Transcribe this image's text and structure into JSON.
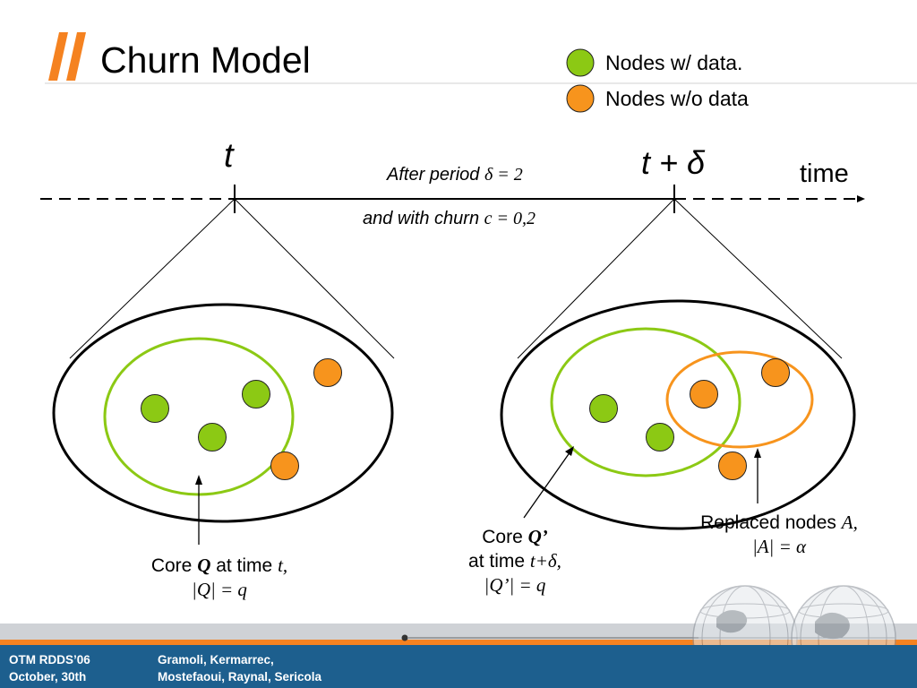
{
  "title": "Churn Model",
  "legend": {
    "with_data": "Nodes w/ data.",
    "without_data": "Nodes w/o data"
  },
  "colors": {
    "green": "#8cc914",
    "orange": "#f7941d",
    "title_bar": "#f58220",
    "footer": "#1d5f8e"
  },
  "timeline": {
    "t_label": "t",
    "t_delta_label": "t + δ",
    "time_label": "time",
    "period_text": "After period",
    "period_math": "δ = 2",
    "churn_text": "and with churn",
    "churn_math": "c = 0,2"
  },
  "labels": {
    "core_q": {
      "pre": "Core ",
      "q": "Q",
      "mid": " at time ",
      "t": "t,",
      "line2": "|Q| = q"
    },
    "core_q_prime": {
      "pre": "Core ",
      "q": "Q’",
      "line2_pre": "at time ",
      "line2_math": "t+δ,",
      "line3": "|Q’| = q"
    },
    "replaced": {
      "pre": "Replaced nodes ",
      "a": "A,",
      "line2": "|A| = α"
    }
  },
  "footer": {
    "conf": "OTM RDDS’06",
    "date": "October, 30th",
    "authors_line1": "Gramoli, Kermarrec,",
    "authors_line2": "Mostefaoui, Raynal, Sericola"
  }
}
